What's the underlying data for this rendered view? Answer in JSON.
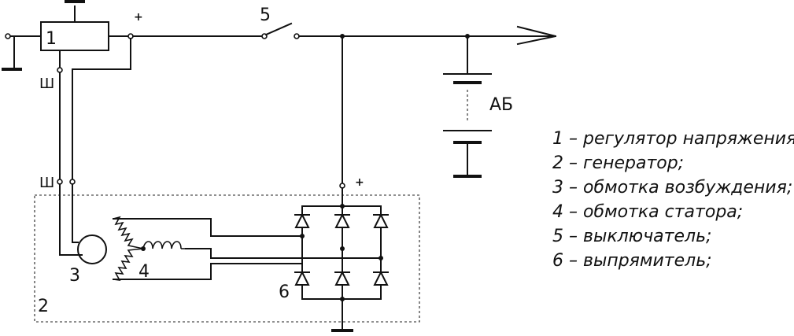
{
  "labels": {
    "regulator": "1",
    "generator": "2",
    "field_winding": "3",
    "stator_winding": "4",
    "switch": "5",
    "rectifier": "6",
    "battery": "АБ",
    "terminal_sh_top": "Ш",
    "terminal_sh_bottom": "Ш",
    "plus_regulator": "+",
    "plus_rectifier": "+"
  },
  "legend": [
    "1 – регулятор напряжения;",
    "2 – генератор;",
    "3 – обмотка возбуждения;",
    "4 – обмотка статора;",
    "5 – выключатель;",
    "6 – выпрямитель;"
  ]
}
